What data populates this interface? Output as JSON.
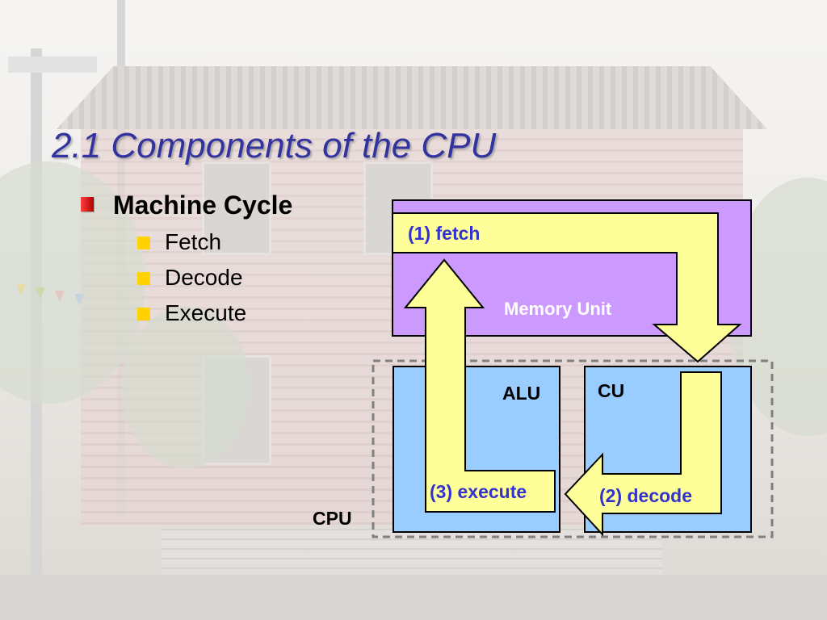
{
  "slide": {
    "title": "2.1  Components of the CPU"
  },
  "bullets": {
    "main": "Machine Cycle",
    "sub": [
      "Fetch",
      "Decode",
      "Execute"
    ]
  },
  "diagram": {
    "memory_unit": "Memory Unit",
    "alu": "ALU",
    "cu": "CU",
    "cpu": "CPU",
    "fetch": "(1) fetch",
    "decode": "(2) decode",
    "execute": "(3) execute"
  },
  "colors": {
    "title": "#3333a0",
    "memory_fill": "#cc99ff",
    "unit_fill": "#99ccff",
    "arrow_fill": "#ffff99",
    "step_label": "#3333cc",
    "bullet_main": "#cc0000",
    "bullet_sub": "#ffd200"
  }
}
